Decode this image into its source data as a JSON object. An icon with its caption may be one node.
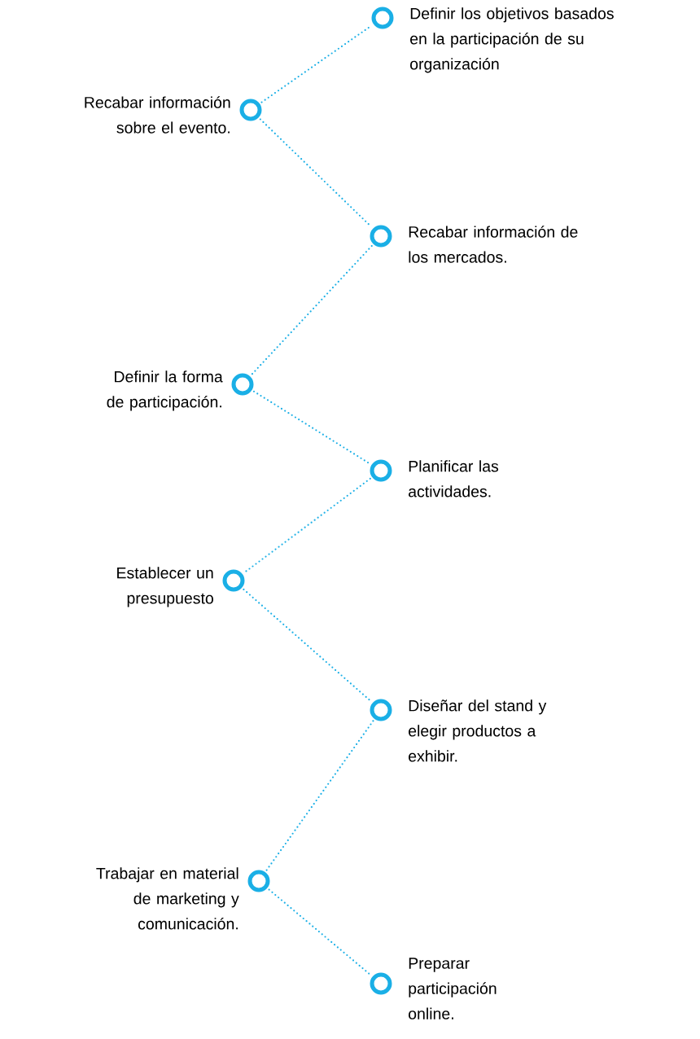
{
  "diagram": {
    "nodes": [
      {
        "text": [],
        "shape": "circle",
        "beside": [
          "Definir los objetivos basados en la participación de su organización"
        ]
      },
      {
        "text": [],
        "shape": "circle",
        "beside": [
          "Recabar información sobre el evento."
        ]
      },
      {
        "text": [],
        "shape": "circle",
        "beside": [
          "Recabar información de los mercados."
        ]
      },
      {
        "text": [],
        "shape": "circle",
        "beside": [
          "Definir la forma de participación."
        ]
      },
      {
        "text": [],
        "shape": "circle",
        "beside": [
          "Planificar las actividades."
        ]
      },
      {
        "text": [],
        "shape": "circle",
        "beside": [
          "Establecer un presupuesto"
        ]
      },
      {
        "text": [],
        "shape": "circle",
        "beside": [
          "Diseñar del stand y elegir productos a exhibir."
        ]
      },
      {
        "text": [],
        "shape": "circle",
        "beside": [
          "Trabajar en material de marketing y comunicación."
        ]
      },
      {
        "text": [],
        "shape": "circle",
        "beside": [
          "Preparar participación online."
        ]
      }
    ],
    "edges": [
      {
        "from": 1,
        "to": 0,
        "arrow": "none"
      },
      {
        "from": 1,
        "to": 2,
        "arrow": "none"
      },
      {
        "from": 2,
        "to": 3,
        "arrow": "none"
      },
      {
        "from": 3,
        "to": 4,
        "arrow": "none"
      },
      {
        "from": 4,
        "to": 5,
        "arrow": "none"
      },
      {
        "from": 5,
        "to": 6,
        "arrow": "none"
      },
      {
        "from": 6,
        "to": 7,
        "arrow": "none"
      },
      {
        "from": 7,
        "to": 8,
        "arrow": "none"
      }
    ]
  }
}
